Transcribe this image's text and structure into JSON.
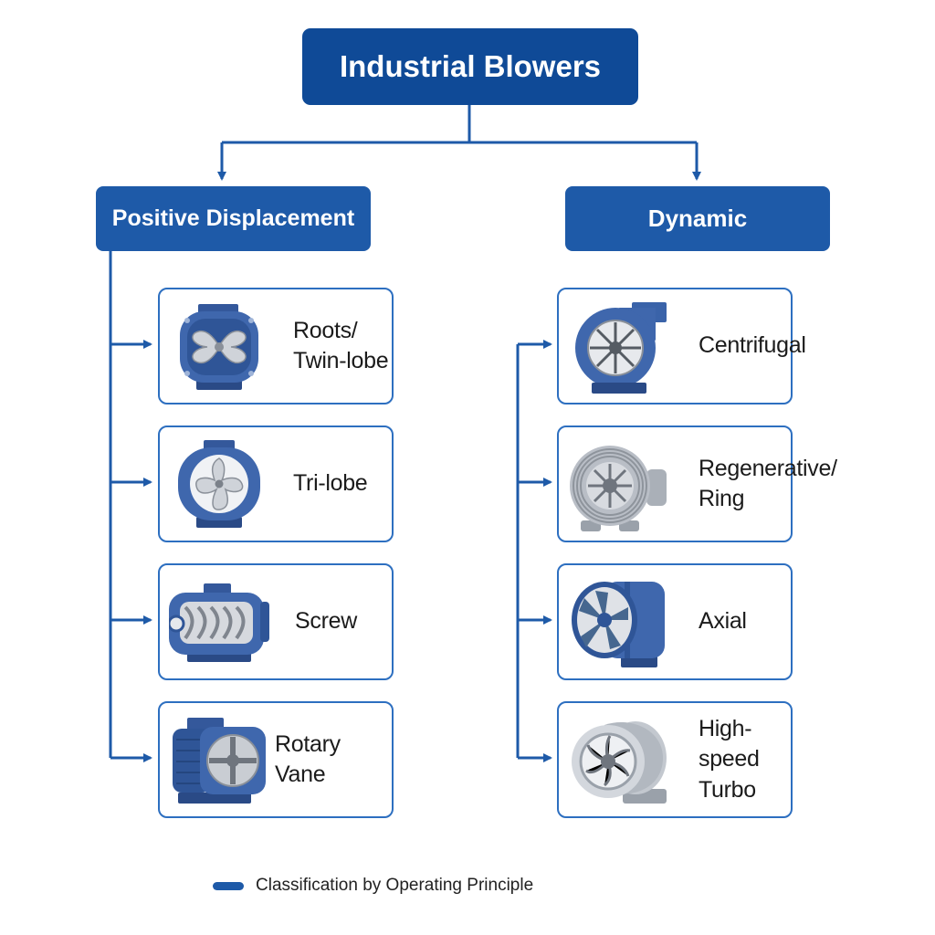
{
  "title": "Industrial Blowers",
  "branches": [
    {
      "label": "Positive Displacement",
      "items": [
        {
          "line1": "Roots/",
          "line2": "Twin-lobe",
          "icon": "twin-lobe-blower-icon"
        },
        {
          "line1": "Tri-lobe",
          "line2": "",
          "icon": "tri-lobe-blower-icon"
        },
        {
          "line1": "Screw",
          "line2": "",
          "icon": "screw-blower-icon"
        },
        {
          "line1": "Rotary Vane",
          "line2": "",
          "icon": "rotary-vane-blower-icon"
        }
      ]
    },
    {
      "label": "Dynamic",
      "items": [
        {
          "line1": "Centrifugal",
          "line2": "",
          "icon": "centrifugal-blower-icon"
        },
        {
          "line1": "Regenerative/",
          "line2": "Ring",
          "icon": "regenerative-blower-icon"
        },
        {
          "line1": "Axial",
          "line2": "",
          "icon": "axial-fan-icon"
        },
        {
          "line1": "High-speed",
          "line2": "Turbo",
          "icon": "turbo-blower-icon"
        }
      ]
    }
  ],
  "legend": {
    "text": "Classification by Operating Principle"
  },
  "colors": {
    "node": "#1e5aa8",
    "root": "#0f4a97",
    "connector": "#1e5aa8",
    "card_border": "#2d6fc0"
  }
}
